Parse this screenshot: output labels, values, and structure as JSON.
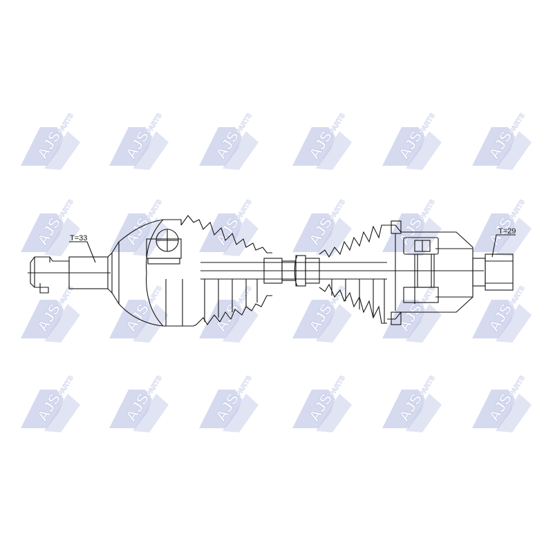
{
  "watermark": {
    "brand": "AJS",
    "sub": "PARTS",
    "color": "#c7cde9",
    "icon": "ajs-parts-logo-icon"
  },
  "drawing": {
    "left_spline_label": "T=33",
    "right_spline_label": "T=29",
    "line_color": "#111111"
  }
}
